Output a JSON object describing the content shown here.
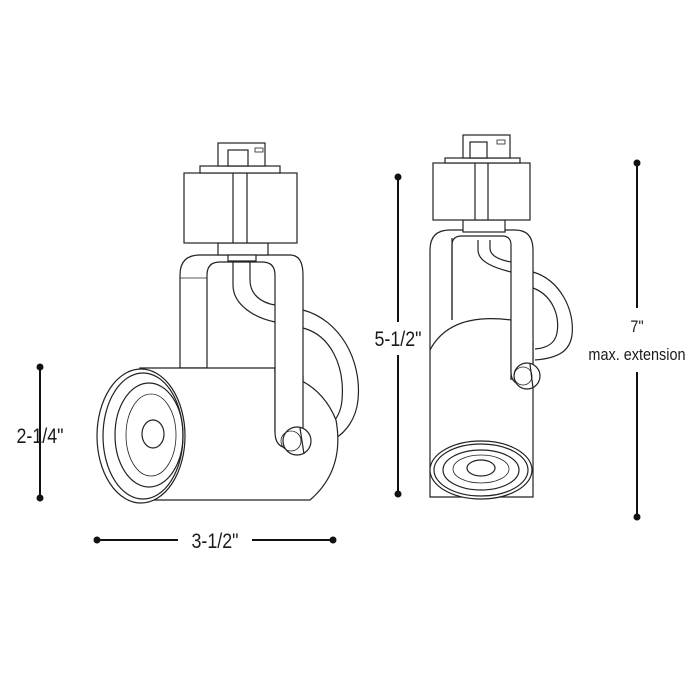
{
  "dimensions": {
    "height_side": "2-1/4\"",
    "length_side": "3-1/2\"",
    "height_front": "5-1/2\"",
    "max_height": "7\"",
    "max_height_note": "max. extension"
  },
  "colors": {
    "line": "#222222",
    "background": "#ffffff"
  }
}
